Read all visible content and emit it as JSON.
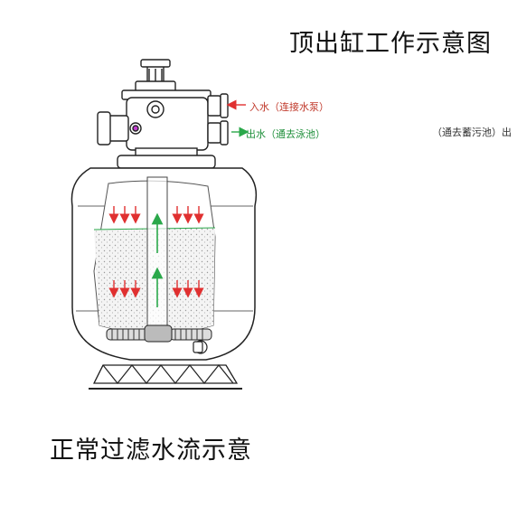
{
  "title": "顶出缸工作示意图",
  "caption": "正常过滤水流示意",
  "labels": {
    "inlet": "入水（连接水泵）",
    "outlet": "出水（通去泳池）",
    "backwash": "（通去蓄污池）出"
  },
  "colors": {
    "inlet_arrow": "#e03030",
    "outlet_arrow": "#2aa84a",
    "down_flow_arrow": "#e03030",
    "up_flow_arrow": "#2aa84a",
    "line": "#222222"
  }
}
